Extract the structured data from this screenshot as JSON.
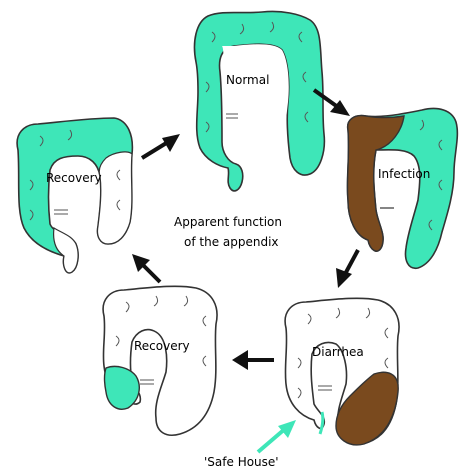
{
  "colors": {
    "bacteria_teal": "#3ee6b8",
    "infection_brown": "#7a4a1e",
    "outline": "#333333",
    "arrow_black": "#111111",
    "arrow_teal": "#3ee6b8"
  },
  "diagram": {
    "center_text": [
      "Apparent function",
      "of the appendix"
    ],
    "stages": {
      "normal": "Normal",
      "infection": "Infection",
      "diarrhea": "Diarrhea",
      "recovery_early": "Recovery",
      "recovery_late": "Recovery"
    },
    "annotation": "'Safe House'"
  }
}
